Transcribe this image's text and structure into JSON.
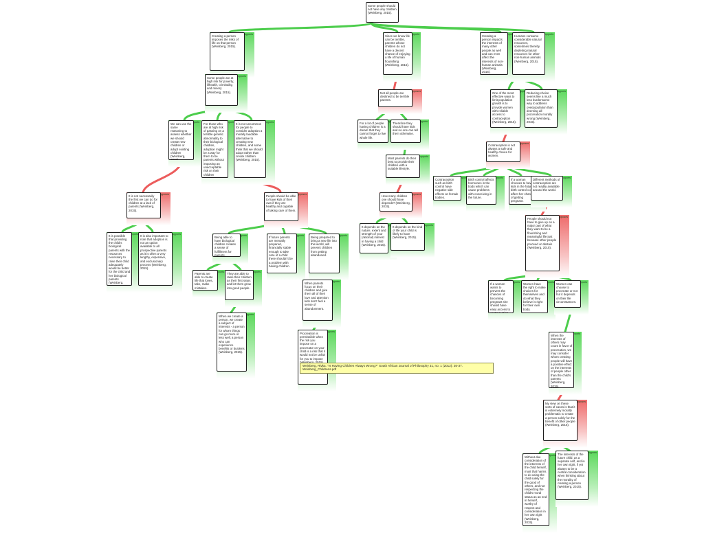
{
  "tooltip": "Weinberg, Rivka. \"Is Having Children Always Wrong?\" South African Journal of Philosophy 31, no. 1 (2012): 26-37. Weinberg_Childrens.pdf",
  "root": "Some people should not have any children (Weinberg, 2015).",
  "support_label": "supports",
  "oppose_label": "opposes",
  "nodes": {
    "n1": {
      "rel": "supports",
      "text": "Creating a person imposes the risks of life on that person (Weinberg, 2015)."
    },
    "n2": {
      "rel": "supports",
      "text": "Since we know life can be terrible, parents whose children do not have a decent chance of enjoying a life of human flourishing (Weinberg, 2015)."
    },
    "n3": {
      "rel": "supports",
      "text": "Creating a person impacts the interests of many other people as well and can even affect the interests of non-human animals (Weinberg, 2015)."
    },
    "n4": {
      "rel": "supports",
      "text": "Humans consume considerable natural resources, sometimes thereby depleting natural resources for other non-human animals (Weinberg, 2015)."
    },
    "n5": {
      "rel": "supports",
      "text": "Some people are at high risk for poverty, illhealth, criminality, and misery (Weinberg, 2015)."
    },
    "n6": {
      "rel": "opposes",
      "text": "Not all people are destined to be terrible parents."
    },
    "n7": {
      "rel": "supports",
      "text": "One of the most effective ways to limit population growth is to provide women with reliable access to contraception (Weinberg, 2015)."
    },
    "n8": {
      "rel": "supports",
      "text": "Reducing choice seems like a much less burdensome way to address overpopulation than deeming all procreation morally wrong (Weinberg, 2015)."
    },
    "n9": {
      "rel": "supports",
      "text": "We can use the same reasoning to assess whether we should create new children or adopt existing children (Weinberg, 2015)."
    },
    "n10": {
      "rel": "supports",
      "text": "For those who are at high risk of passing on a terrible genetic abnormality to their biological children, adoption might be a way for them to be parents without imposing an unacceptable risk on their children (Weinberg, 2015)."
    },
    "n11": {
      "rel": "supports",
      "text": "It is not uncommon for people to consider adoption a morally laudable alternative to creating new children, and some think that we should adopt rather than create children (Weinberg, 2015)."
    },
    "n12": {
      "rel": "supports",
      "text": "For a lot of people having children is a dream that they cannot forget to live whole life."
    },
    "n13": {
      "rel": "supports",
      "text": "Therefore they should have kids and no one can tell them otherwise."
    },
    "n14": {
      "rel": "opposes",
      "text": "Contraception is not always a safe and healthy choice for women."
    },
    "n15": {
      "rel": "supports",
      "text": "Most parents do their best to provide their children with a suitable lifestyle."
    },
    "n16": {
      "rel": "opposes",
      "text": "It is not necessarily the first we can do for children at a lack of parents (Weinberg, 2015)."
    },
    "n17": {
      "rel": "opposes",
      "text": "People should be able to have kids of their own if they are healthy and capable of taking care of them."
    },
    "n18": {
      "rel": "supports",
      "text": "Contraception such as birth control have negative side effects on female bodies."
    },
    "n19": {
      "rel": "supports",
      "text": "Birth control affects hormones in the body which can cause problems with conceiving in the future."
    },
    "n20": {
      "rel": "supports",
      "text": "If a woman chooses to have kids in the future birth control could affect her chances of getting pregnant."
    },
    "n21": {
      "rel": "supports",
      "text": "Different methods of contraception are not readily available around the world."
    },
    "n22": {
      "rel": "opposes",
      "text": "How many children one should have depends? (Weinberg, 2015)."
    },
    "n23": {
      "rel": "supports",
      "text": "It is possible that providing the child's biological parents with the resources necessary to raise their child adequately would be better for the child and her biological parents (Weinberg, 2015)."
    },
    "n24": {
      "rel": "supports",
      "text": "It is also important to note that adoption is not an option available to all prospective parents as it is often a very lengthy, expensive, and exclusionary process (Weinberg, 2015)."
    },
    "n25": {
      "rel": "supports",
      "text": "Being able to have biological children creates a sense of fulfillment for parents."
    },
    "n26": {
      "rel": "supports",
      "text": "If future parents are mentally prepared, financially stable enough to take care of a child there shouldn't be a problem with having children."
    },
    "n27": {
      "rel": "supports",
      "text": "Being prepared to bring a new life into this world, will prevent children from getting abandoned."
    },
    "n28": {
      "rel": "supports",
      "text": "It depends on the nature, extent and strength of your (rational) interest in having a child (Weinberg, 2015)."
    },
    "n29": {
      "rel": "supports",
      "text": "It depends on the kind of life your child is likely to have (Weinberg, 2015)."
    },
    "n30": {
      "rel": "opposes",
      "text": "People should not have to give up on a major part of what they want to be a flourishing and meaningful life just because other people proceed or abstain (Weinberg, 2015)."
    },
    "n31": {
      "rel": "supports",
      "text": "Parents are able to create life that loves, take, make mistakes."
    },
    "n32": {
      "rel": "supports",
      "text": "They are able to raise their children as their first steps and let them grow into good people."
    },
    "n33": {
      "rel": "supports",
      "text": "When parents focus on their children and give them all of their love and attention kids don't feel a sense of abandonment."
    },
    "n34": {
      "rel": "supports",
      "text": "If a women wants to prevent the chances of becoming pregnant she should have easy access to contraception."
    },
    "n35": {
      "rel": "supports",
      "text": "Women have the right to make choices for themselves and do what they believe is right for their own body."
    },
    "n36": {
      "rel": "supports",
      "text": "Women can choose to procreate or not but it depends on their life circumstances."
    },
    "n37": {
      "rel": "supports",
      "text": "When we create a person, we create a subject of interests - a person for whom things can go more or less well, a person who can experience benefits or burdens (Weinberg, 2015)."
    },
    "n38": {
      "rel": "supports",
      "text": "Procreation is permissible when the risk you impose on a procreator on your child is a risk that it would not be unfair for you to impose (Weinberg, 2015)."
    },
    "n39": {
      "rel": "supports",
      "text": "When the interests of others may count in favor of procreation, we may consider whom creating people will have a positive effect on the interests of people other than the child's parents (Weinberg, 2015)."
    },
    "n40": {
      "rel": "opposes",
      "text": "My view on these sorts of cases is that it is extremely morally problematic to create a person solely for the benefit of other people (Weinberg, 2015)."
    },
    "n41": {
      "rel": "supports",
      "text": "Without due consideration of the interests of the child herself, must that harms to do using the child solely for the good of others, and not respecting the child's moral status as an end in herself, worthy of respect and consideration in her own right (Weinberg, 2015)."
    },
    "n42": {
      "rel": "supports",
      "text": "The interests of the future child, as a separate self, and in her own right, if yet always to be a central consideration when thinking about the morality of creating a person (Weinberg, 2015)."
    }
  }
}
